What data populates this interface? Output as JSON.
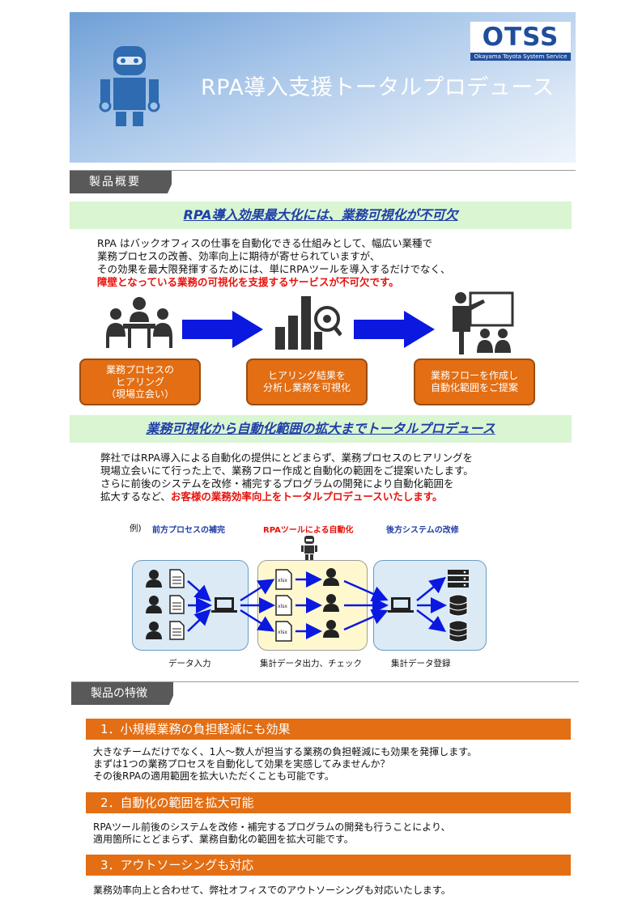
{
  "header": {
    "title": "RPA導入支援トータルプロデュース",
    "logo_text": "OTSS",
    "logo_sub": "Okayama Toyota System Service"
  },
  "section1": {
    "tab": "製品概要",
    "banner1": "RPA導入効果最大化には、業務可視化が不可欠",
    "intro_lines": [
      "RPA はバックオフィスの仕事を自動化できる仕組みとして、幅広い業種で",
      "業務プロセスの改善、効率向上に期待が寄せられていますが、",
      "その効果を最大限発揮するためには、単にRPAツールを導入するだけでなく、"
    ],
    "intro_red": "障壁となっている業務の可視化を支援するサービスが不可欠です。",
    "steps": [
      "業務プロセスの\nヒアリング\n（現場立会い）",
      "ヒアリング結果を\n分析し業務を可視化",
      "業務フローを作成し\n自動化範囲をご提案"
    ],
    "banner2": "業務可視化から自動化範囲の拡大までトータルプロデュース",
    "body_lines": [
      "弊社ではRPA導入による自動化の提供にとどまらず、業務プロセスのヒアリングを",
      "現場立会いにて行った上で、業務フロー作成と自動化の範囲をご提案いたします。",
      "さらに前後のシステムを改修・補完するプログラムの開発により自動化範囲を"
    ],
    "body_last_plain": "拡大するなど、",
    "body_last_red": "お客様の業務効率向上をトータルプロデュースいたします。",
    "example_label": "例)",
    "diagram_headers": [
      "前方プロセスの補完",
      "RPAツールによる自動化",
      "後方システムの改修"
    ],
    "diagram_captions": [
      "データ入力",
      "集計データ出力、チェック",
      "集計データ登録"
    ],
    "file_label": "xlsx"
  },
  "section2": {
    "tab": "製品の特徴",
    "features": [
      {
        "title": "1．小規模業務の負担軽減にも効果",
        "lines": [
          "大きなチームだけでなく、1人～数人が担当する業務の負担軽減にも効果を発揮します。",
          "まずは1つの業務プロセスを自動化して効果を実感してみませんか？",
          "その後RPAの適用範囲を拡大いただくことも可能です。"
        ]
      },
      {
        "title": "2．自動化の範囲を拡大可能",
        "lines": [
          "RPAツール前後のシステムを改修・補完するプログラムの開発も行うことにより、",
          "適用箇所にとどまらず、業務自動化の範囲を拡大可能です。"
        ]
      },
      {
        "title": "3．アウトソーシングも対応",
        "lines": [
          "業務効率向上と合わせて、弊社オフィスでのアウトソーシングも対応いたします。"
        ]
      }
    ]
  },
  "colors": {
    "orange": "#e36e13",
    "banner_green": "#d9f5d2",
    "link_blue": "#1f3fa8",
    "red": "#e8120c",
    "robot_blue": "#2e6bb0"
  },
  "icons": [
    "robot-icon",
    "meeting-icon",
    "chart-magnifier-icon",
    "presentation-icon",
    "person-icon",
    "document-icon",
    "laptop-icon",
    "server-icon",
    "database-icon"
  ]
}
